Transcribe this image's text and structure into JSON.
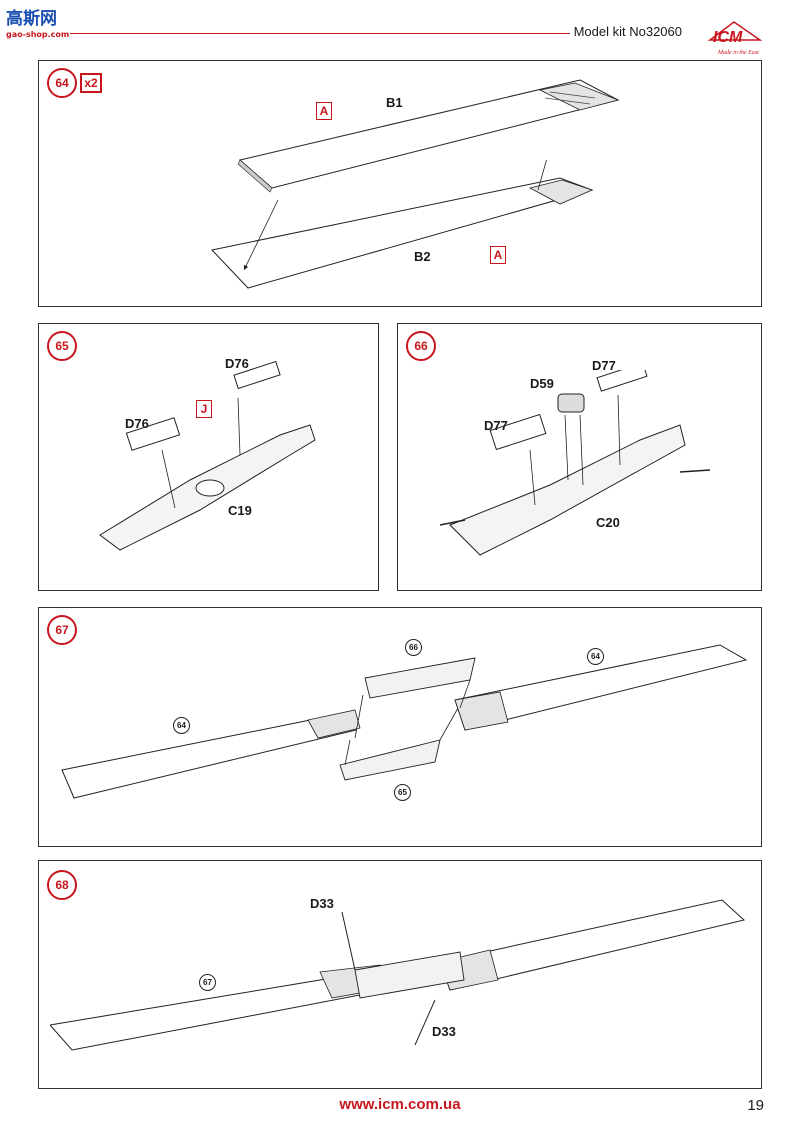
{
  "header": {
    "model_kit": "Model kit No32060",
    "left_logo_text": "高斯网",
    "left_logo_sub": "gao-shop.com",
    "brand": "ICM",
    "brand_tagline": "Made in the East"
  },
  "steps": {
    "s64": {
      "number": "64",
      "multiplier": "x2",
      "parts": [
        "B1",
        "B2"
      ],
      "paint": "A"
    },
    "s65": {
      "number": "65",
      "parts": [
        "D76",
        "D76",
        "C19"
      ],
      "paint": "J"
    },
    "s66": {
      "number": "66",
      "parts": [
        "D77",
        "D59",
        "D77",
        "C20"
      ]
    },
    "s67": {
      "number": "67",
      "refs": [
        "66",
        "64",
        "64",
        "65"
      ]
    },
    "s68": {
      "number": "68",
      "parts": [
        "D33",
        "D33"
      ],
      "refs": [
        "67"
      ]
    }
  },
  "footer": {
    "url": "www.icm.com.ua",
    "page": "19"
  },
  "colors": {
    "accent": "#c8161d",
    "line": "#333333"
  }
}
